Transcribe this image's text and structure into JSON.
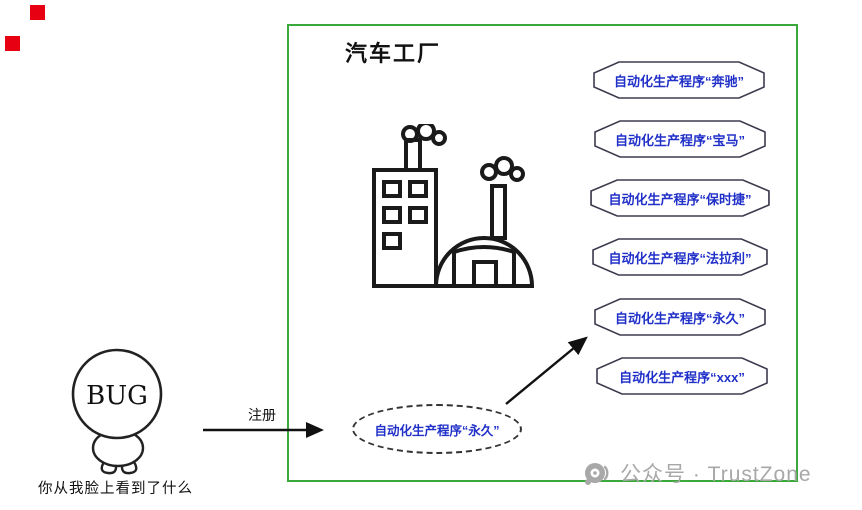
{
  "decor": {
    "red_square_color": "#e60012"
  },
  "factory": {
    "title": "汽车工厂",
    "box_border_color": "#3aa83a",
    "program_text_color": "#2030c8",
    "programs": [
      {
        "label": "自动化生产程序“奔驰”"
      },
      {
        "label": "自动化生产程序“宝马”"
      },
      {
        "label": "自动化生产程序“保时捷”"
      },
      {
        "label": "自动化生产程序“法拉利”"
      },
      {
        "label": "自动化生产程序“永久”"
      },
      {
        "label": "自动化生产程序“xxx”"
      }
    ]
  },
  "registration": {
    "arrow_label": "注册",
    "pending_program_label": "自动化生产程序“永久”"
  },
  "bug": {
    "head_label": "BUG",
    "caption": "你从我脸上看到了什么"
  },
  "watermark": {
    "text": "公众号 · TrustZone",
    "color": "#a8a8a8"
  }
}
